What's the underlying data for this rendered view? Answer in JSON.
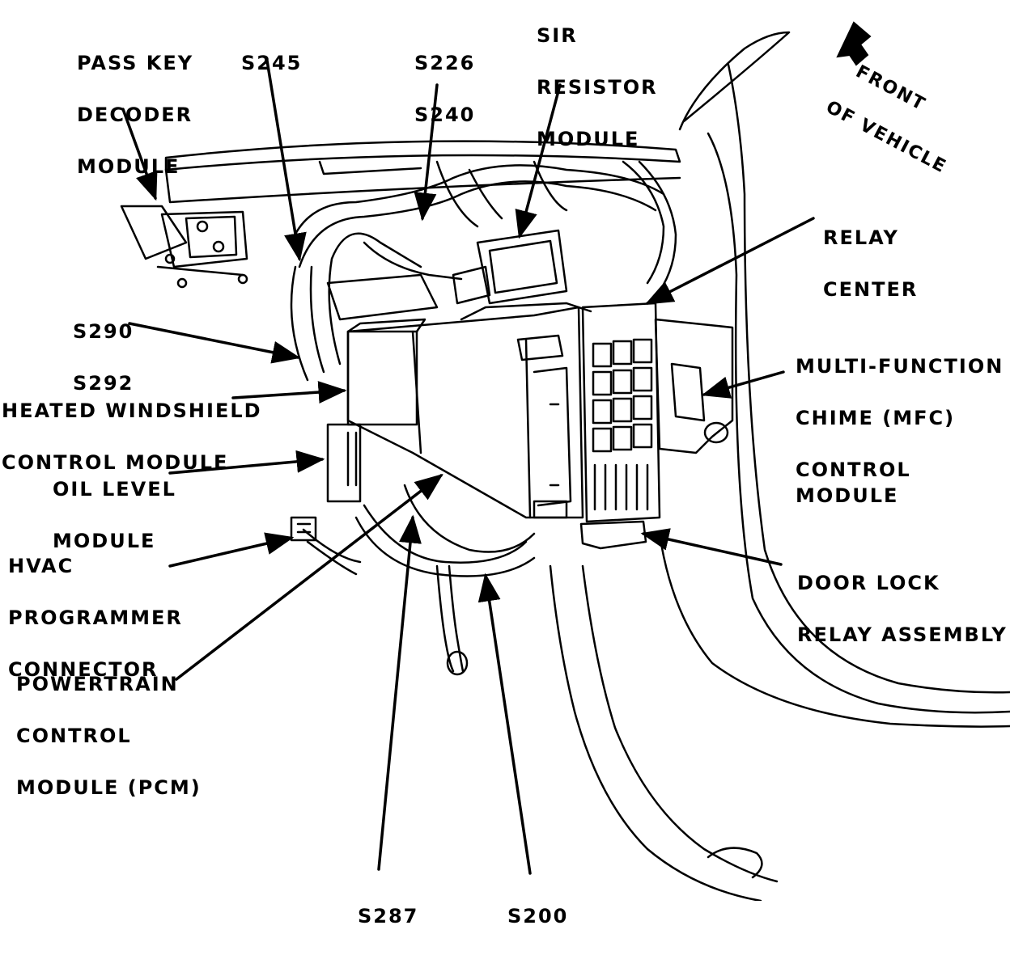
{
  "labels": {
    "pass_key": [
      "PASS KEY",
      "DECODER",
      "MODULE"
    ],
    "s245": "S245",
    "s226_s240": [
      "S226",
      "S240"
    ],
    "sir_resistor": [
      "SIR",
      "RESISTOR",
      "MODULE"
    ],
    "front": [
      "FRONT",
      "OF VEHICLE"
    ],
    "relay_center": [
      "RELAY",
      "CENTER"
    ],
    "s290_s292": [
      "S290",
      "S292"
    ],
    "heated_windshield": [
      "HEATED WINDSHIELD",
      "CONTROL MODULE"
    ],
    "mfc": [
      "MULTI-FUNCTION",
      "CHIME (MFC)",
      "CONTROL MODULE"
    ],
    "oil_level": [
      "OIL LEVEL",
      "MODULE"
    ],
    "hvac": [
      "HVAC",
      "PROGRAMMER",
      "CONNECTOR"
    ],
    "door_lock": [
      "DOOR LOCK",
      "RELAY ASSEMBLY"
    ],
    "pcm": [
      "POWERTRAIN",
      "CONTROL",
      "MODULE (PCM)"
    ],
    "s287": "S287",
    "s200": "S200"
  },
  "colors": {
    "ink": "#000000",
    "paper": "#ffffff"
  }
}
